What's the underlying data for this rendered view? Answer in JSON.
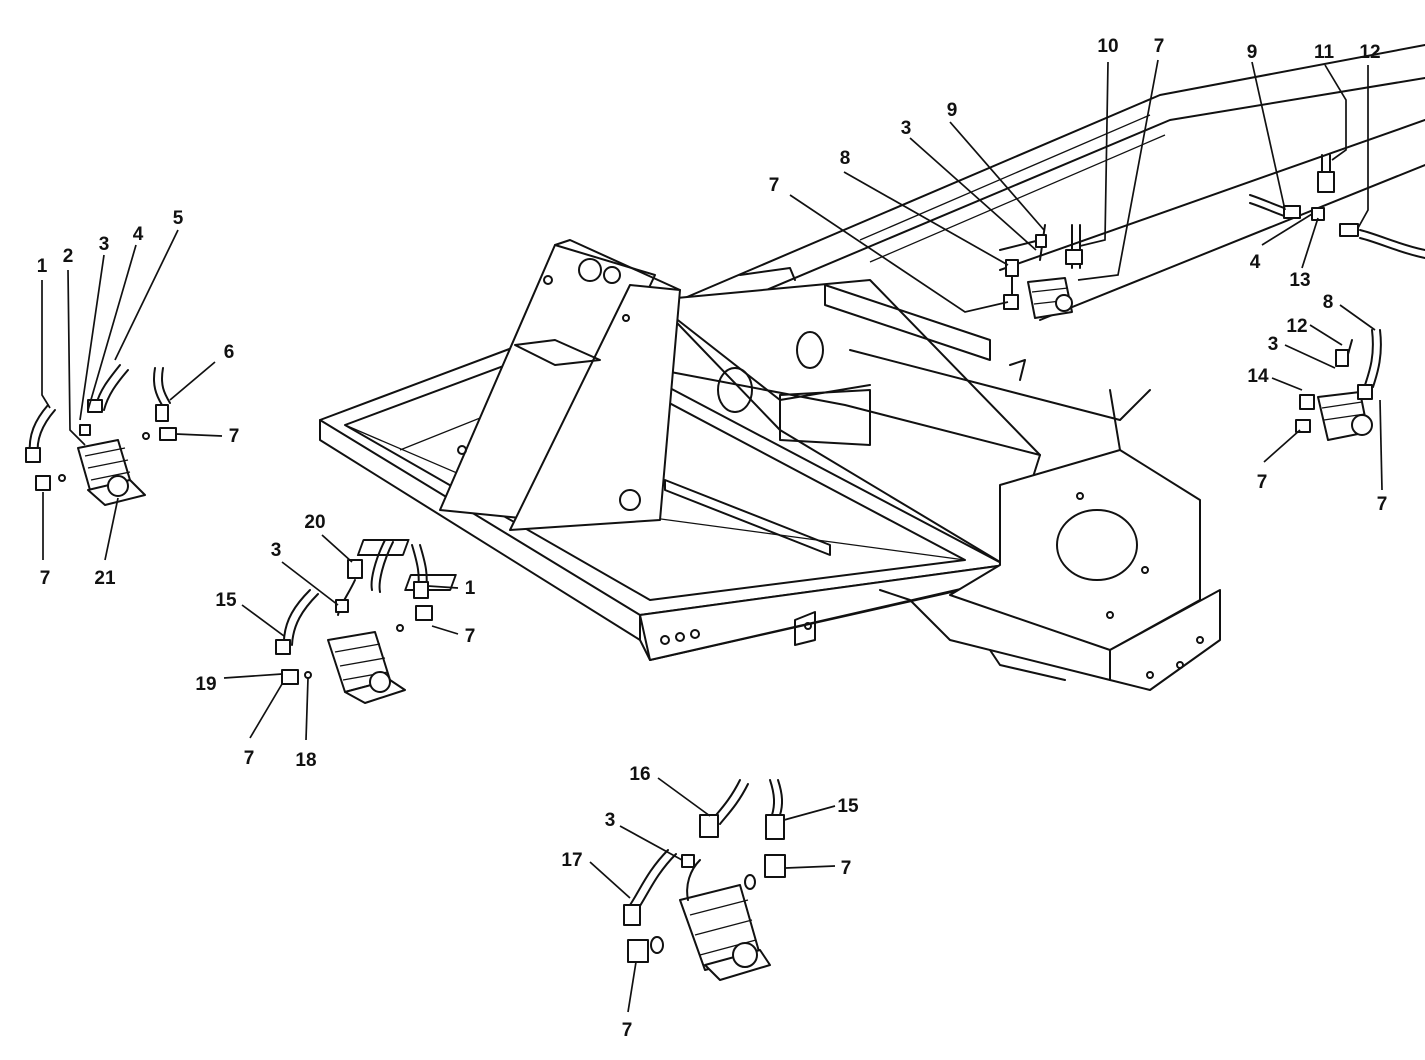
{
  "callouts": [
    "1",
    "2",
    "3",
    "4",
    "5",
    "6",
    "7",
    "7",
    "21",
    "20",
    "3",
    "1",
    "7",
    "15",
    "19",
    "7",
    "18",
    "10",
    "7",
    "3",
    "9",
    "8",
    "7",
    "9",
    "11",
    "12",
    "4",
    "13",
    "8",
    "12",
    "3",
    "14",
    "7",
    "7",
    "16",
    "15",
    "3",
    "7",
    "17",
    "7"
  ]
}
